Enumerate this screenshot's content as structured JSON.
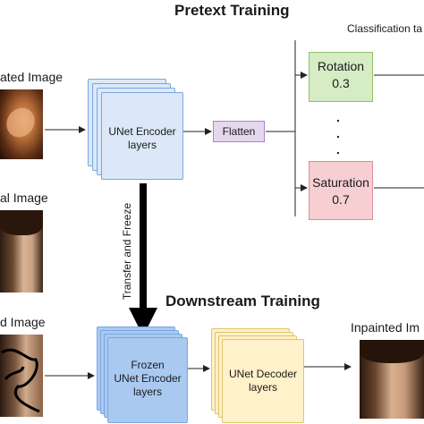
{
  "pretext": {
    "title": "Pretext Training",
    "classification_label": "Classification ta",
    "input_label": "ated Image",
    "encoder_label_1": "UNet Encoder",
    "encoder_label_2": "layers",
    "flatten_label": "Flatten",
    "rotation_label": "Rotation",
    "rotation_value": "0.3",
    "saturation_label": "Saturation",
    "saturation_value": "0.7"
  },
  "middle": {
    "original_label": "al Image",
    "transfer_label": "Transfer and Freeze"
  },
  "downstream": {
    "title": "Downstream Training",
    "input_label": "d Image",
    "frozen_label_1": "Frozen",
    "frozen_label_2": "UNet Encoder",
    "frozen_label_3": "layers",
    "decoder_label_1": "UNet Decoder",
    "decoder_label_2": "layers",
    "output_label": "Inpainted Im"
  },
  "colors": {
    "encoder_fill": "#dce8f8",
    "encoder_border": "#7aa7de",
    "frozen_fill": "#a9c9f1",
    "decoder_fill": "#fff1c9",
    "decoder_border": "#e0c46a",
    "flatten_fill": "#e6d7ee",
    "rotation_fill": "#d5ecc5",
    "saturation_fill": "#f7cfd2"
  }
}
